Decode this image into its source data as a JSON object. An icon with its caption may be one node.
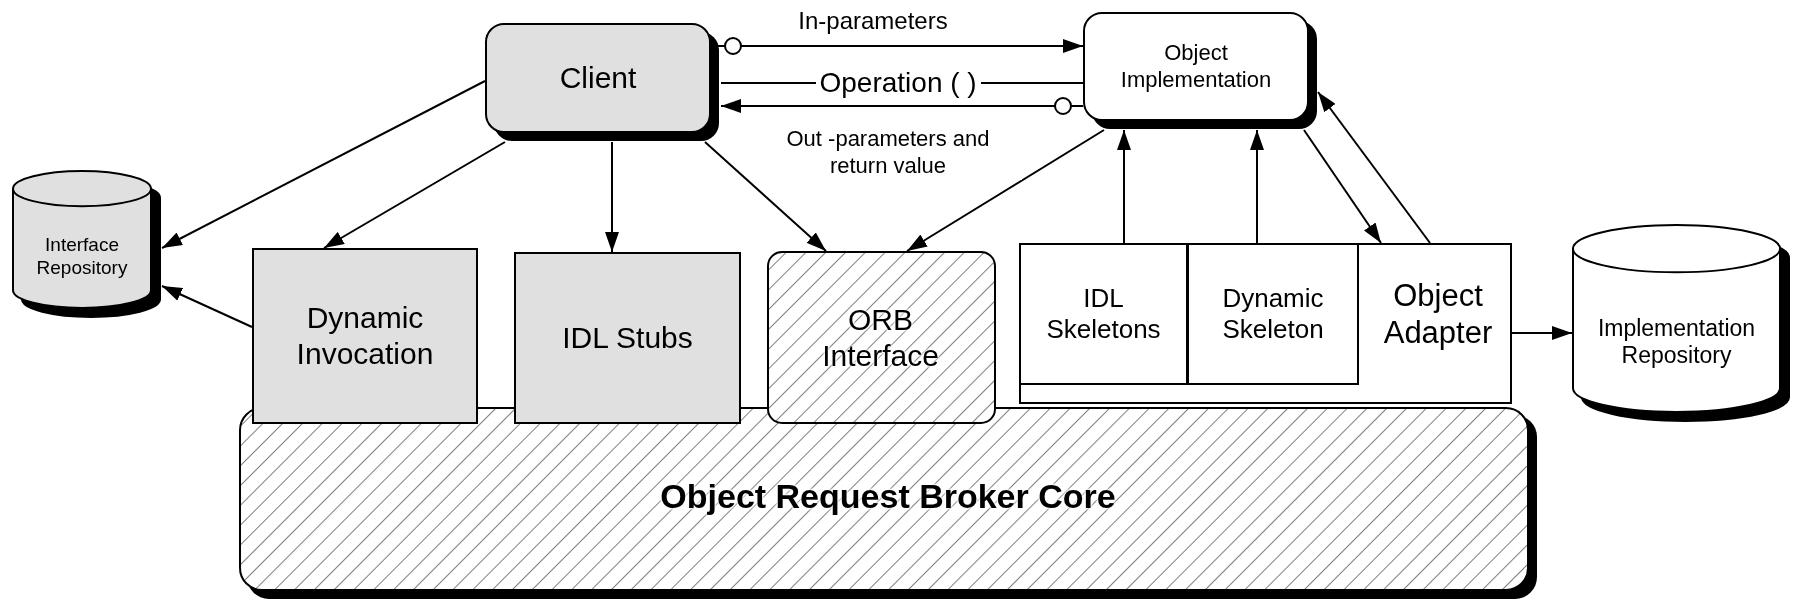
{
  "diagram": {
    "nodes": [
      {
        "text": [
          "Client"
        ]
      },
      {
        "text": [
          "Object Implementation"
        ]
      },
      {
        "text": [
          "Interface Repository"
        ]
      },
      {
        "text": [
          "Dynamic Invocation"
        ]
      },
      {
        "text": [
          "IDL Stubs"
        ]
      },
      {
        "text": [
          "ORB Interface"
        ]
      },
      {
        "text": [
          "Object Adapter"
        ]
      },
      {
        "text": [
          "IDL Skeletons"
        ],
        "in": 6
      },
      {
        "text": [
          "Dynamic Skeleton"
        ],
        "in": 6
      },
      {
        "text": [
          "Implementation Repository"
        ]
      },
      {
        "text": [
          "Object Request Broker Core"
        ]
      }
    ],
    "edges": [
      {
        "from": 0,
        "to": 1,
        "arrow": "to",
        "label": "In-parameters"
      },
      {
        "from": 0,
        "to": 1,
        "arrow": "none",
        "label": "Operation ( )"
      },
      {
        "from": 1,
        "to": 0,
        "arrow": "to",
        "label": "Out -parameters and return value"
      },
      {
        "from": 0,
        "to": 2,
        "arrow": "to"
      },
      {
        "from": 0,
        "to": 3,
        "arrow": "to"
      },
      {
        "from": 0,
        "to": 4,
        "arrow": "to"
      },
      {
        "from": 0,
        "to": 5,
        "arrow": "to"
      },
      {
        "from": 1,
        "to": 5,
        "arrow": "to"
      },
      {
        "from": 3,
        "to": 2,
        "arrow": "to"
      },
      {
        "from": 7,
        "to": 1,
        "arrow": "to"
      },
      {
        "from": 8,
        "to": 1,
        "arrow": "to"
      },
      {
        "from": 1,
        "to": 6,
        "arrow": "to"
      },
      {
        "from": 6,
        "to": 1,
        "arrow": "to"
      },
      {
        "from": 6,
        "to": 9,
        "arrow": "to"
      }
    ]
  }
}
